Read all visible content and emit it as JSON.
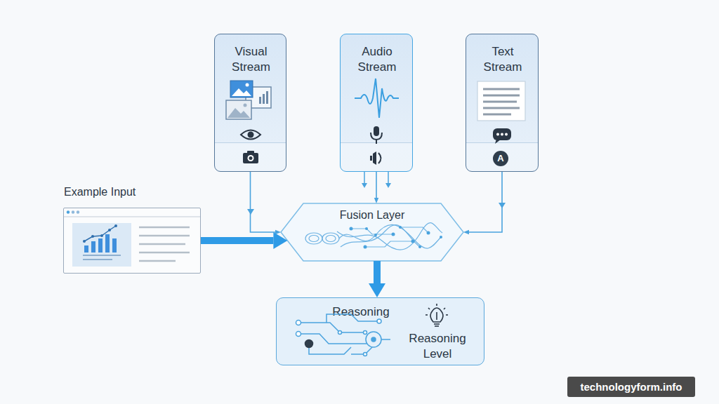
{
  "diagram": {
    "nodes": [
      {
        "text": [
          "Visual Stream"
        ]
      },
      {
        "text": [
          "Audio Stream"
        ]
      },
      {
        "text": [
          "Text Stream"
        ]
      },
      {
        "text": [
          "Example Input"
        ]
      },
      {
        "text": [
          "Fusion Layer"
        ]
      },
      {
        "text": [
          "Reasoning",
          "Reasoning Level"
        ]
      }
    ],
    "edges": [
      {
        "from": 0,
        "to": 4,
        "arrow": "to"
      },
      {
        "from": 1,
        "to": 4,
        "arrow": "to"
      },
      {
        "from": 2,
        "to": 4,
        "arrow": "to"
      },
      {
        "from": 3,
        "to": 4,
        "arrow": "to"
      },
      {
        "from": 4,
        "to": 5,
        "arrow": "to"
      }
    ],
    "labels": [
      "A",
      "technologyform.info"
    ]
  }
}
